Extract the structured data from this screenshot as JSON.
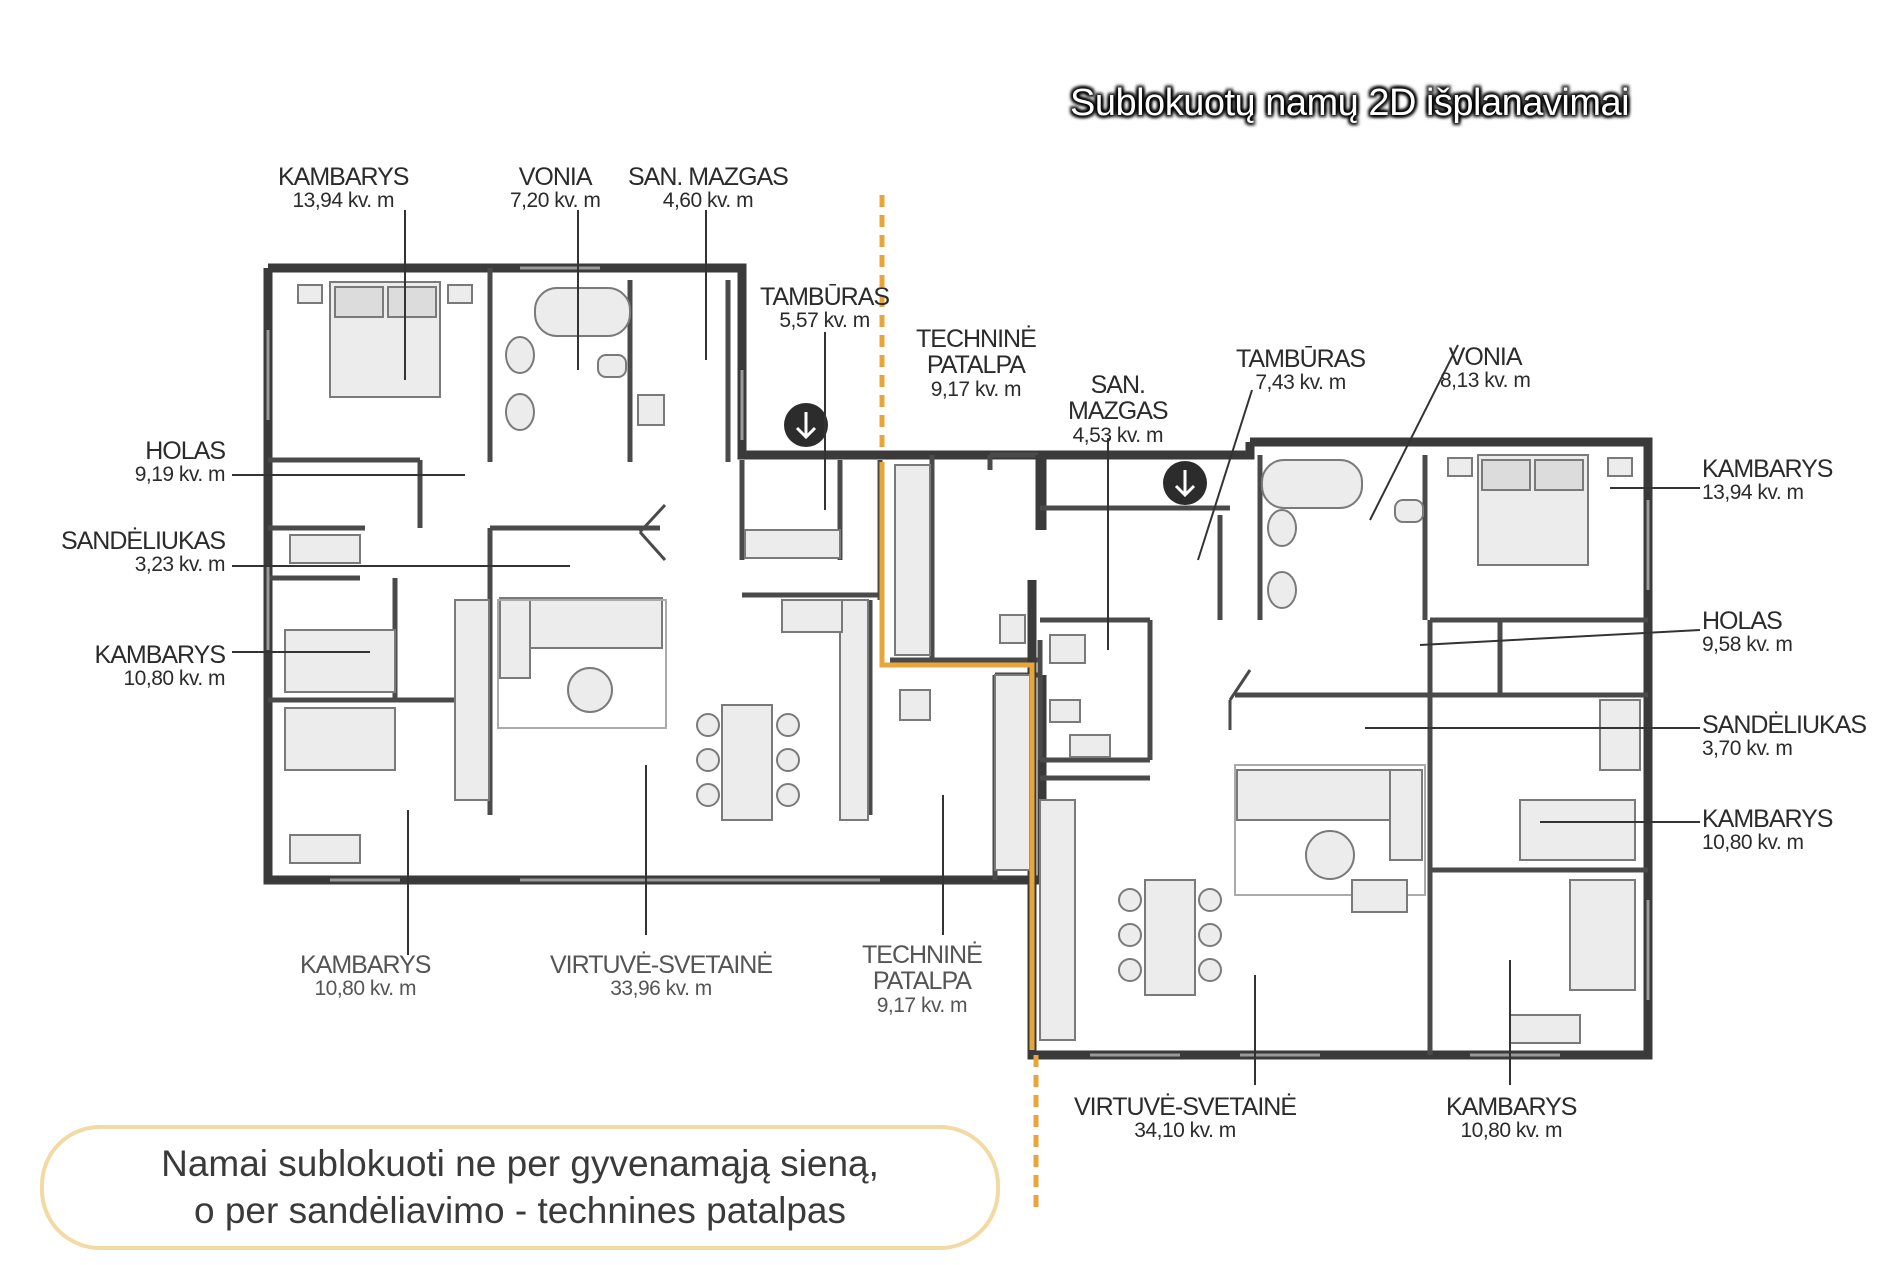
{
  "title": "Sublokuotų namų 2D išplanavimai",
  "note": {
    "line1": "Namai sublokuoti ne per gyvenamąją sieną,",
    "line2": "o per sandėliavimo - technines patalpas"
  },
  "colors": {
    "wall": "#3a3a3a",
    "divider": "#e8a63a",
    "note_border": "#f3d9a4"
  },
  "left_house": {
    "kambarys_top": {
      "name": "KAMBARYS",
      "area": "13,94 kv. m"
    },
    "vonia": {
      "name": "VONIA",
      "area": "7,20 kv. m"
    },
    "san_mazgas": {
      "name": "SAN. MAZGAS",
      "area": "4,60 kv. m"
    },
    "tamburas": {
      "name": "TAMBŪRAS",
      "area": "5,57 kv. m"
    },
    "techniné_top": {
      "name": "TECHNINĖ PATALPA",
      "line1": "TECHNINĖ",
      "line2": "PATALPA",
      "area": "9,17 kv. m"
    },
    "holas": {
      "name": "HOLAS",
      "area": "9,19 kv. m"
    },
    "sandeliukas": {
      "name": "SANDĖLIUKAS",
      "area": "3,23 kv. m"
    },
    "kambarys_mid": {
      "name": "KAMBARYS",
      "area": "10,80 kv. m"
    },
    "kambarys_bottom": {
      "name": "KAMBARYS",
      "area": "10,80 kv. m"
    },
    "virtuve": {
      "name": "VIRTUVĖ-SVETAINĖ",
      "area": "33,96 kv. m"
    },
    "technine_bottom": {
      "line1": "TECHNINĖ",
      "line2": "PATALPA",
      "area": "9,17 kv. m"
    }
  },
  "right_house": {
    "san_mazgas": {
      "line1": "SAN.",
      "line2": "MAZGAS",
      "area": "4,53 kv. m"
    },
    "tamburas": {
      "name": "TAMBŪRAS",
      "area": "7,43 kv. m"
    },
    "vonia": {
      "name": "VONIA",
      "area": "8,13 kv. m"
    },
    "kambarys_top": {
      "name": "KAMBARYS",
      "area": "13,94 kv. m"
    },
    "holas": {
      "name": "HOLAS",
      "area": "9,58 kv. m"
    },
    "sandeliukas": {
      "name": "SANDĖLIUKAS",
      "area": "3,70 kv. m"
    },
    "kambarys_mid": {
      "name": "KAMBARYS",
      "area": "10,80 kv. m"
    },
    "virtuve": {
      "name": "VIRTUVĖ-SVETAINĖ",
      "area": "34,10 kv. m"
    },
    "kambarys_bottom": {
      "name": "KAMBARYS",
      "area": "10,80 kv. m"
    }
  }
}
